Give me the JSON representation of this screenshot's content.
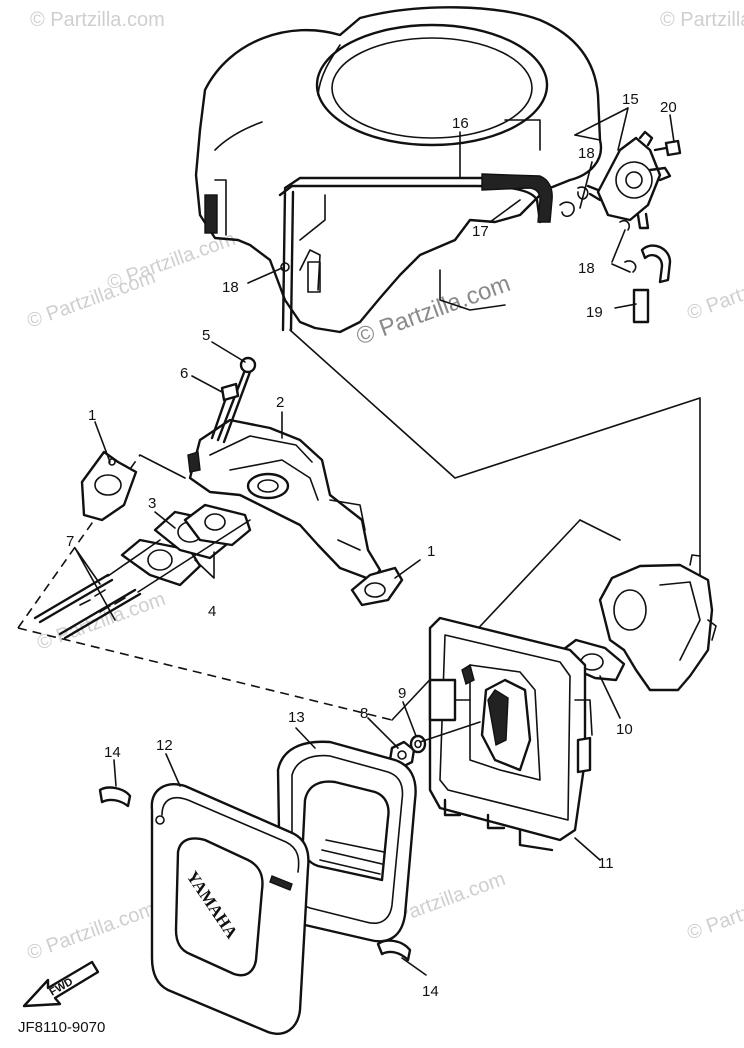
{
  "diagram": {
    "part_labels": [
      "1",
      "2",
      "3",
      "4",
      "5",
      "6",
      "7",
      "8",
      "9",
      "10",
      "11",
      "12",
      "13",
      "14",
      "15",
      "16",
      "17",
      "18",
      "19",
      "20"
    ],
    "logo_text": "YAMAHA",
    "direction_label": "FWD",
    "diagram_code": "JF8110-9070",
    "watermark": "© Partzilla.com"
  }
}
